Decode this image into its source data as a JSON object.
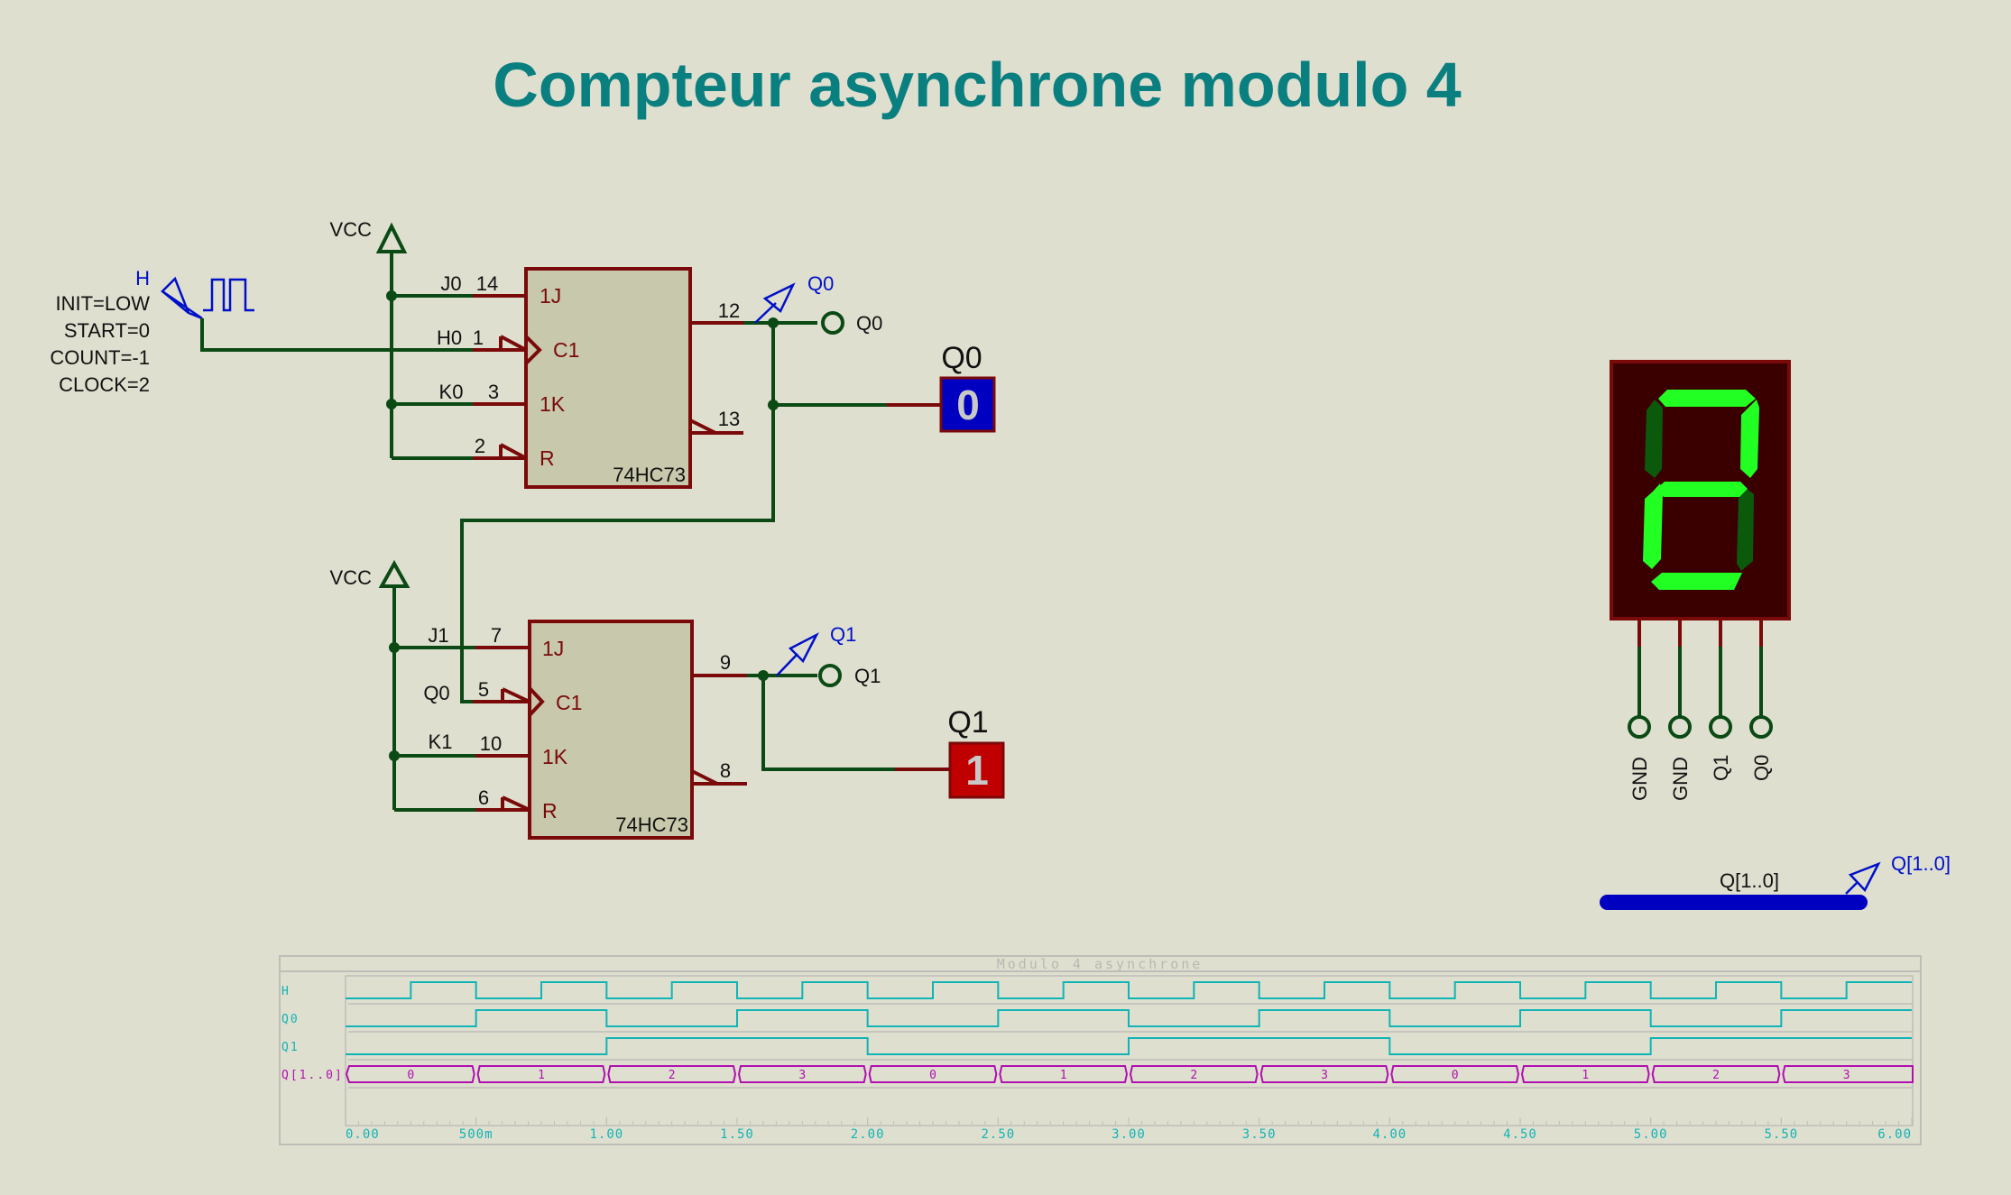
{
  "title": "Compteur asynchrone modulo 4",
  "clock_generator": {
    "name": "H",
    "params": [
      "INIT=LOW",
      "START=0",
      "COUNT=-1",
      "CLOCK=2"
    ]
  },
  "power": {
    "top_label": "VCC",
    "bottom_label": "VCC"
  },
  "flipflops": [
    {
      "part": "74HC73",
      "pins": [
        {
          "name": "1J",
          "num": "14",
          "net": "J0"
        },
        {
          "name": "C1",
          "num": "1",
          "net": "H0"
        },
        {
          "name": "1K",
          "num": "3",
          "net": "K0"
        },
        {
          "name": "R",
          "num": "2",
          "net": ""
        }
      ],
      "q_pin": "12",
      "qbar_pin": "13"
    },
    {
      "part": "74HC73",
      "pins": [
        {
          "name": "1J",
          "num": "7",
          "net": "J1"
        },
        {
          "name": "C1",
          "num": "5",
          "net": "Q0"
        },
        {
          "name": "1K",
          "num": "10",
          "net": "K1"
        },
        {
          "name": "R",
          "num": "6",
          "net": ""
        }
      ],
      "q_pin": "9",
      "qbar_pin": "8"
    }
  ],
  "probes": {
    "voltage_q0": "Q0",
    "voltage_q1": "Q1",
    "terminal_q0": "Q0",
    "terminal_q1": "Q1",
    "bus_probe": "Q[1..0]"
  },
  "logic_probes": [
    {
      "label": "Q0",
      "value": "0",
      "color": "#0000C0"
    },
    {
      "label": "Q1",
      "value": "1",
      "color": "#C00000"
    }
  ],
  "seven_segment": {
    "digit": "2",
    "segments": {
      "a": true,
      "b": true,
      "c": false,
      "d": true,
      "e": true,
      "f": false,
      "g": true
    },
    "on_color": "#22FF22",
    "off_color": "#0B5A0B",
    "body_color": "#3A0000",
    "pins": [
      "GND",
      "GND",
      "Q1",
      "Q0"
    ]
  },
  "bus": {
    "label": "Q[1..0]",
    "color": "#0000C0"
  },
  "chart_data": {
    "type": "line",
    "title": "Modulo 4 asynchrone",
    "xlabel": "",
    "ylabel": "",
    "xlim": [
      0,
      6.0
    ],
    "x_ticks": [
      "0.00",
      "500m",
      "1.00",
      "1.50",
      "2.00",
      "2.50",
      "3.00",
      "3.50",
      "4.00",
      "4.50",
      "5.00",
      "5.50",
      "6.00"
    ],
    "x_tick_values": [
      0,
      0.5,
      1.0,
      1.5,
      2.0,
      2.5,
      3.0,
      3.5,
      4.0,
      4.5,
      5.0,
      5.5,
      6.0
    ],
    "grid": false,
    "series": [
      {
        "name": "H",
        "kind": "digital",
        "color": "#10B4B4",
        "initial": 0,
        "transitions": [
          0.25,
          0.5,
          0.75,
          1.0,
          1.25,
          1.5,
          1.75,
          2.0,
          2.25,
          2.5,
          2.75,
          3.0,
          3.25,
          3.5,
          3.75,
          4.0,
          4.25,
          4.5,
          4.75,
          5.0,
          5.25,
          5.5,
          5.75
        ]
      },
      {
        "name": "Q0",
        "kind": "digital",
        "color": "#10B4B4",
        "initial": 0,
        "transitions": [
          0.5,
          1.0,
          1.5,
          2.0,
          2.5,
          3.0,
          3.5,
          4.0,
          4.5,
          5.0,
          5.5
        ]
      },
      {
        "name": "Q1",
        "kind": "digital",
        "color": "#10B4B4",
        "initial": 0,
        "transitions": [
          1.0,
          2.0,
          3.0,
          4.0,
          5.0
        ]
      },
      {
        "name": "Q[1..0]",
        "kind": "bus",
        "color": "#B010B0",
        "segments": [
          {
            "start": 0.0,
            "end": 0.5,
            "value": "0"
          },
          {
            "start": 0.5,
            "end": 1.0,
            "value": "1"
          },
          {
            "start": 1.0,
            "end": 1.5,
            "value": "2"
          },
          {
            "start": 1.5,
            "end": 2.0,
            "value": "3"
          },
          {
            "start": 2.0,
            "end": 2.5,
            "value": "0"
          },
          {
            "start": 2.5,
            "end": 3.0,
            "value": "1"
          },
          {
            "start": 3.0,
            "end": 3.5,
            "value": "2"
          },
          {
            "start": 3.5,
            "end": 4.0,
            "value": "3"
          },
          {
            "start": 4.0,
            "end": 4.5,
            "value": "0"
          },
          {
            "start": 4.5,
            "end": 5.0,
            "value": "1"
          },
          {
            "start": 5.0,
            "end": 5.5,
            "value": "2"
          },
          {
            "start": 5.5,
            "end": 6.0,
            "value": "3"
          }
        ]
      }
    ]
  }
}
